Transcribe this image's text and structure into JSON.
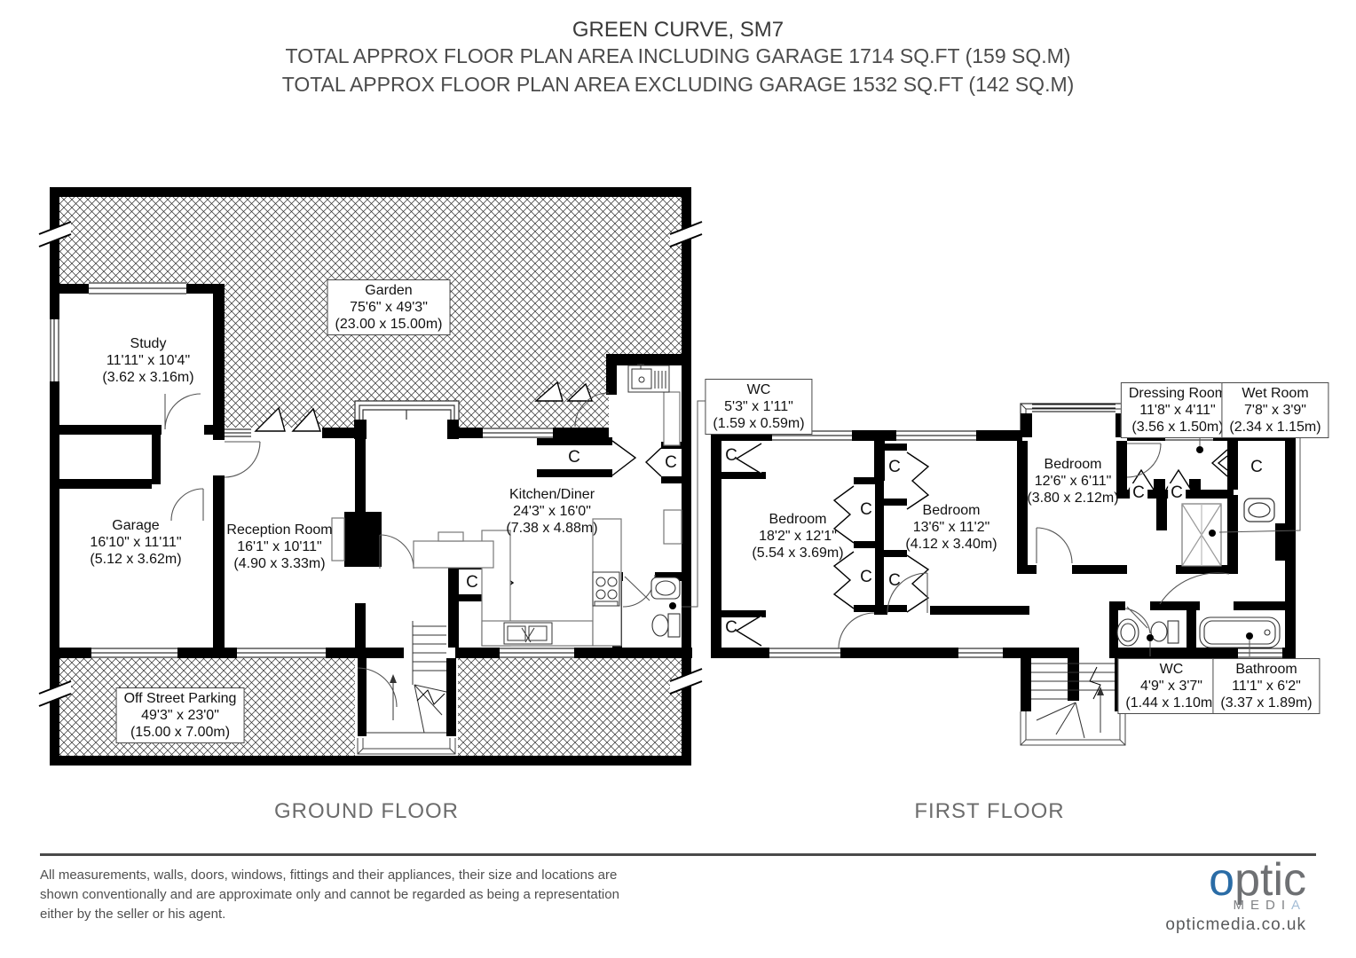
{
  "header": {
    "title": "GREEN CURVE, SM7",
    "line1": "TOTAL APPROX FLOOR PLAN AREA INCLUDING GARAGE 1714 SQ.FT (159 SQ.M)",
    "line2": "TOTAL APPROX FLOOR PLAN AREA EXCLUDING GARAGE 1532 SQ.FT (142 SQ.M)"
  },
  "cupboard_label": "C",
  "ground_floor": {
    "title": "GROUND FLOOR",
    "garden": {
      "name": "Garden",
      "imperial": "75'6\" x 49'3\"",
      "metric": "(23.00 x 15.00m)"
    },
    "study": {
      "name": "Study",
      "imperial": "11'11\" x 10'4\"",
      "metric": "(3.62 x 3.16m)"
    },
    "garage": {
      "name": "Garage",
      "imperial": "16'10\" x 11'11\"",
      "metric": "(5.12 x 3.62m)"
    },
    "reception": {
      "name": "Reception Room",
      "imperial": "16'1\" x 10'11\"",
      "metric": "(4.90 x 3.33m)"
    },
    "kitchen": {
      "name": "Kitchen/Diner",
      "imperial": "24'3\" x 16'0\"",
      "metric": "(7.38 x 4.88m)"
    },
    "wc": {
      "name": "WC",
      "imperial": "5'3\" x 1'11\"",
      "metric": "(1.59 x 0.59m)"
    },
    "parking": {
      "name": "Off Street Parking",
      "imperial": "49'3\" x 23'0\"",
      "metric": "(15.00 x 7.00m)"
    }
  },
  "first_floor": {
    "title": "FIRST FLOOR",
    "bedroom1": {
      "name": "Bedroom",
      "imperial": "18'2\" x 12'1\"",
      "metric": "(5.54 x 3.69m)"
    },
    "bedroom2": {
      "name": "Bedroom",
      "imperial": "13'6\" x 11'2\"",
      "metric": "(4.12 x 3.40m)"
    },
    "bedroom3": {
      "name": "Bedroom",
      "imperial": "12'6\" x 6'11\"",
      "metric": "(3.80 x 2.12m)"
    },
    "dressing_room": {
      "name": "Dressing Room",
      "imperial": "11'8\" x 4'11\"",
      "metric": "(3.56 x 1.50m)"
    },
    "wet_room": {
      "name": "Wet Room",
      "imperial": "7'8\" x 3'9\"",
      "metric": "(2.34 x 1.15m)"
    },
    "wc": {
      "name": "WC",
      "imperial": "4'9\" x 3'7\"",
      "metric": "(1.44 x 1.10m)"
    },
    "bathroom": {
      "name": "Bathroom",
      "imperial": "11'1\" x 6'2\"",
      "metric": "(3.37 x 1.89m)"
    }
  },
  "footer": {
    "disclaimer_line1": "All measurements, walls, doors, windows, fittings and their appliances, their size and locations are",
    "disclaimer_line2": "shown conventionally and are approximate only and cannot be regarded as being a representation",
    "disclaimer_line3": "either by the seller or his agent.",
    "logo": {
      "word_o": "o",
      "word_rest": "ptic",
      "media_prefix": "MEDI",
      "media_accent": "A",
      "website": "opticmedia.co.uk"
    }
  },
  "colors": {
    "wall": "#000000",
    "hatch_line": "#2f2f2f",
    "logo_blue": "#2a6ca6",
    "logo_gray": "#6e7073",
    "logo_light_blue": "#a4bdd6"
  }
}
